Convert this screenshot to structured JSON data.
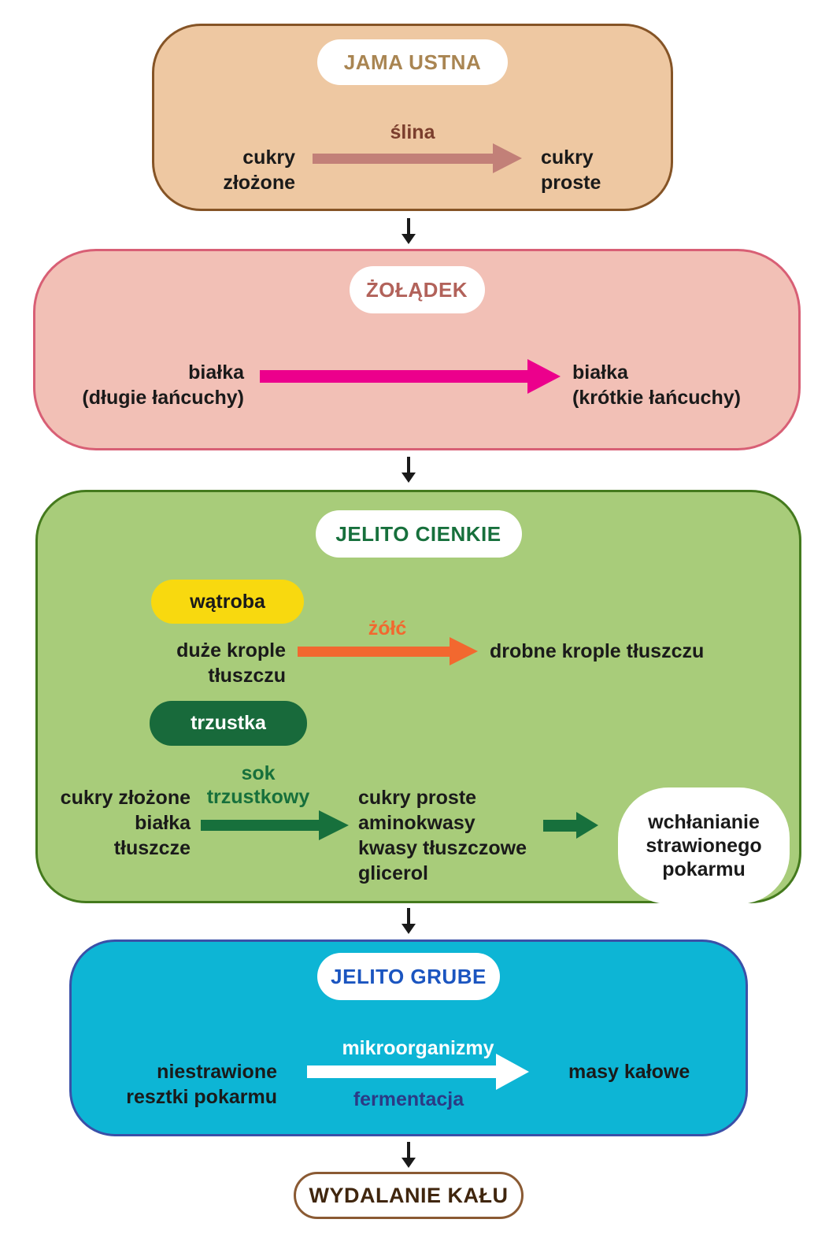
{
  "colors": {
    "mouth-fill": "#eec8a2",
    "mouth-border": "#855426",
    "mouth-title": "#a98552",
    "saliva-text": "#7b3e2d",
    "saliva-arrow": "#c28078",
    "stomach-fill": "#f2c0b6",
    "stomach-border": "#d85f75",
    "stomach-title": "#b2625a",
    "protein-arrow": "#ec008c",
    "small-fill": "#a8cc7a",
    "small-border": "#447a1d",
    "small-title": "#17703c",
    "liver-fill": "#f8d90f",
    "bile-color": "#f2682f",
    "pancreas-fill": "#186a3b",
    "large-fill": "#0db5d5",
    "large-border": "#3a50a8",
    "large-title": "#1b55c0",
    "ferment-color": "#2b3a85",
    "excretion-border": "#8a5a33",
    "excretion-text": "#40260e",
    "ink": "#1a1a1a"
  },
  "oral_cavity": {
    "title": "JAMA USTNA",
    "enzyme": "ślina",
    "substrate": [
      "cukry",
      "złożone"
    ],
    "product": [
      "cukry",
      "proste"
    ]
  },
  "stomach": {
    "title": "ŻOŁĄDEK",
    "substrate": [
      "białka",
      "(długie łańcuchy)"
    ],
    "product": [
      "białka",
      "(krótkie łańcuchy)"
    ]
  },
  "small_intestine": {
    "title": "JELITO CIENKIE",
    "liver_label": "wątroba",
    "bile_enzyme": "żółć",
    "fat_substrate": [
      "duże krople",
      "tłuszczu"
    ],
    "fat_product": "drobne krople tłuszczu",
    "pancreas_label": "trzustka",
    "pancreatic_juice": [
      "sok",
      "trzustkowy"
    ],
    "substrate": [
      "cukry złożone",
      "białka",
      "tłuszcze"
    ],
    "product": [
      "cukry proste",
      "aminokwasy",
      "kwasy tłuszczowe",
      "glicerol"
    ],
    "absorption": [
      "wchłanianie",
      "strawionego",
      "pokarmu"
    ]
  },
  "large_intestine": {
    "title": "JELITO GRUBE",
    "agent": "mikroorganizmy",
    "process": "fermentacja",
    "substrate": [
      "niestrawione",
      "resztki pokarmu"
    ],
    "product": "masy kałowe"
  },
  "excretion": {
    "title": "WYDALANIE KAŁU"
  }
}
